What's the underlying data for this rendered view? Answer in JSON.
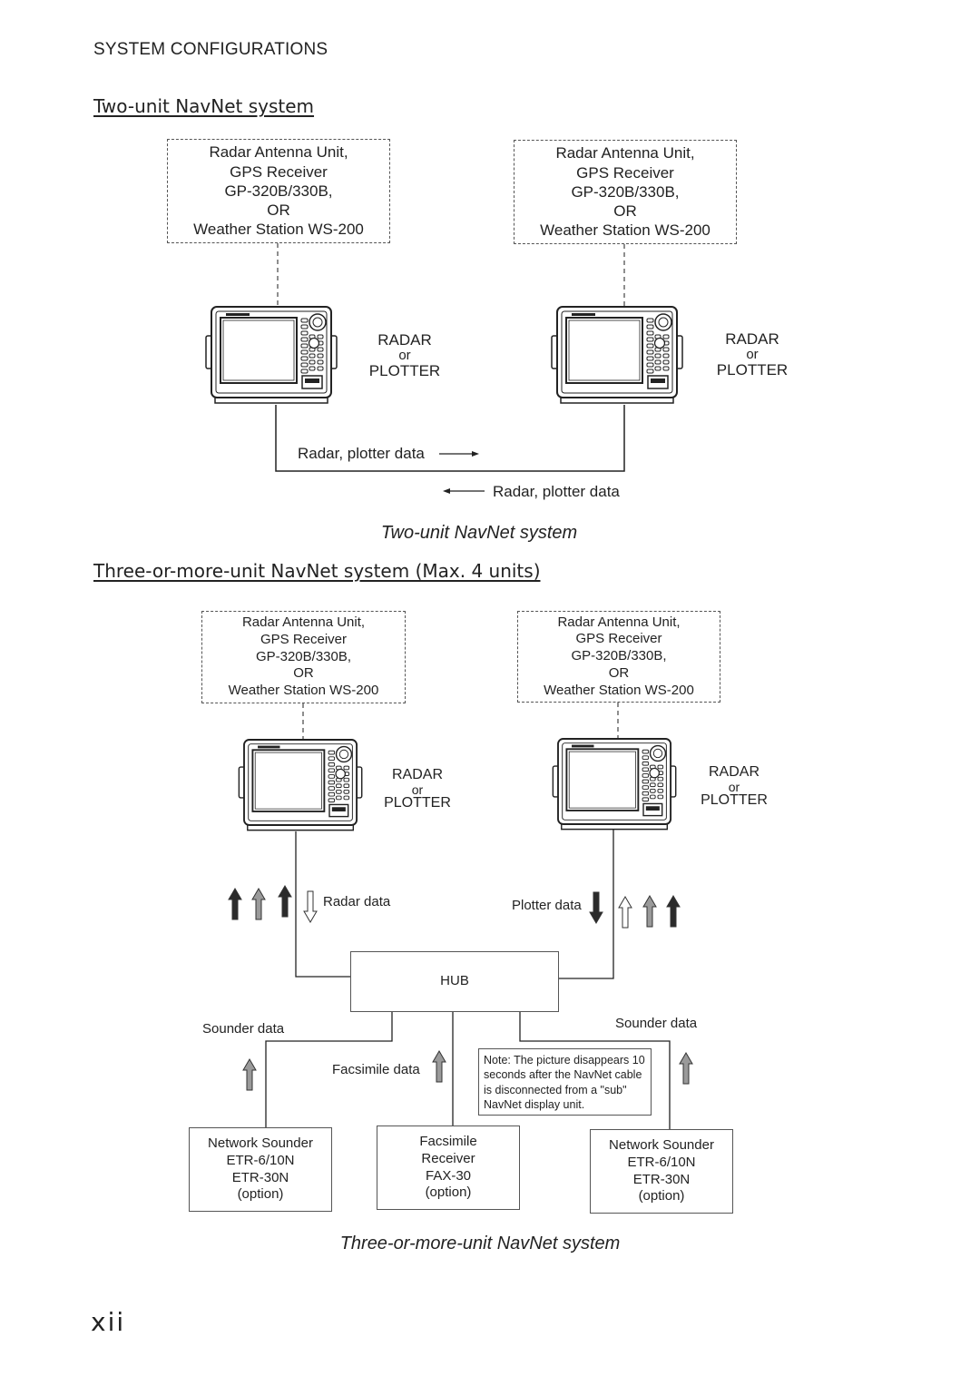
{
  "header": {
    "section": "SYSTEM CONFIGURATIONS"
  },
  "two_unit": {
    "heading": "Two-unit NavNet system",
    "sensor_box": {
      "lines": [
        "Radar Antenna Unit,",
        "GPS Receiver",
        "GP-320B/330B,",
        "OR",
        "Weather Station WS-200"
      ]
    },
    "display_label": {
      "line1": "RADAR",
      "line2": "or",
      "line3": "PLOTTER"
    },
    "data_label_right": "Radar, plotter data",
    "data_label_left": "Radar, plotter data",
    "caption": "Two-unit NavNet system"
  },
  "multi_unit": {
    "heading": "Three-or-more-unit NavNet system (Max. 4 units)",
    "sensor_box": {
      "lines": [
        "Radar Antenna Unit,",
        "GPS Receiver",
        "GP-320B/330B,",
        "OR",
        "Weather Station WS-200"
      ]
    },
    "display_label": {
      "line1": "RADAR",
      "line2": "or",
      "line3": "PLOTTER"
    },
    "radar_data": "Radar data",
    "plotter_data": "Plotter data",
    "hub": "HUB",
    "sounder_data_left": "Sounder data",
    "sounder_data_right": "Sounder data",
    "facsimile_data": "Facsimile data",
    "note": "Note: The picture disappears 10 seconds after the NavNet cable is disconnected from a \"sub\" NavNet display unit.",
    "sounder_box": {
      "lines": [
        "Network Sounder",
        "ETR-6/10N",
        "ETR-30N",
        "(option)"
      ]
    },
    "fax_box": {
      "lines": [
        "Facsimile",
        "Receiver",
        "FAX-30",
        "(option)"
      ]
    },
    "caption": "Three-or-more-unit NavNet system"
  },
  "page_number": "xii",
  "colors": {
    "arrow_dark": "#2b2b2b",
    "arrow_gray": "#9a9a9a",
    "arrow_white": "#ffffff"
  }
}
